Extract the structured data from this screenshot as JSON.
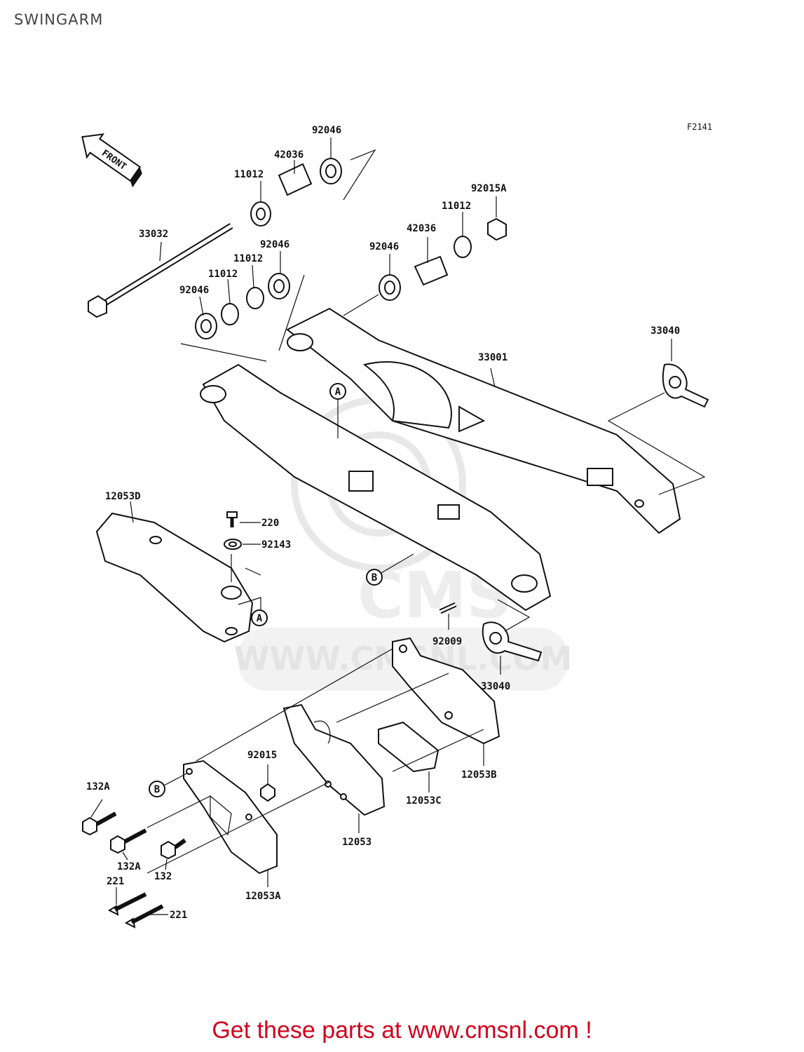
{
  "title": "SWINGARM",
  "figure_code": "F2141",
  "front_label": "FRONT",
  "watermark_text": "WWW.CMSNL.COM",
  "watermark_logo": "CMS",
  "footer": "Get these parts at www.cmsnl.com !",
  "callouts": {
    "a_main": "A",
    "a_guide": "A",
    "b_arm": "B",
    "b_plate": "B"
  },
  "parts": {
    "p92046_top": "92046",
    "p42036_top": "42036",
    "p11012_top": "11012",
    "p33032": "33032",
    "p92046_mid": "92046",
    "p11012_mid": "11012",
    "p11012_left": "11012",
    "p92046_left": "92046",
    "p92015A": "92015A",
    "p11012_right": "11012",
    "p42036_right": "42036",
    "p92046_right": "92046",
    "p33040_top": "33040",
    "p33001": "33001",
    "p12053D": "12053D",
    "p220": "220",
    "p92143": "92143",
    "p92009": "92009",
    "p33040_bottom": "33040",
    "p92015": "92015",
    "p132A_top": "132A",
    "p132A_bottom": "132A",
    "p132": "132",
    "p221_left": "221",
    "p221_right": "221",
    "p12053": "12053",
    "p12053A": "12053A",
    "p12053B": "12053B",
    "p12053C": "12053C"
  },
  "colors": {
    "footer": "#d0021b",
    "line": "#111111",
    "watermark": "#e6e6e6"
  }
}
